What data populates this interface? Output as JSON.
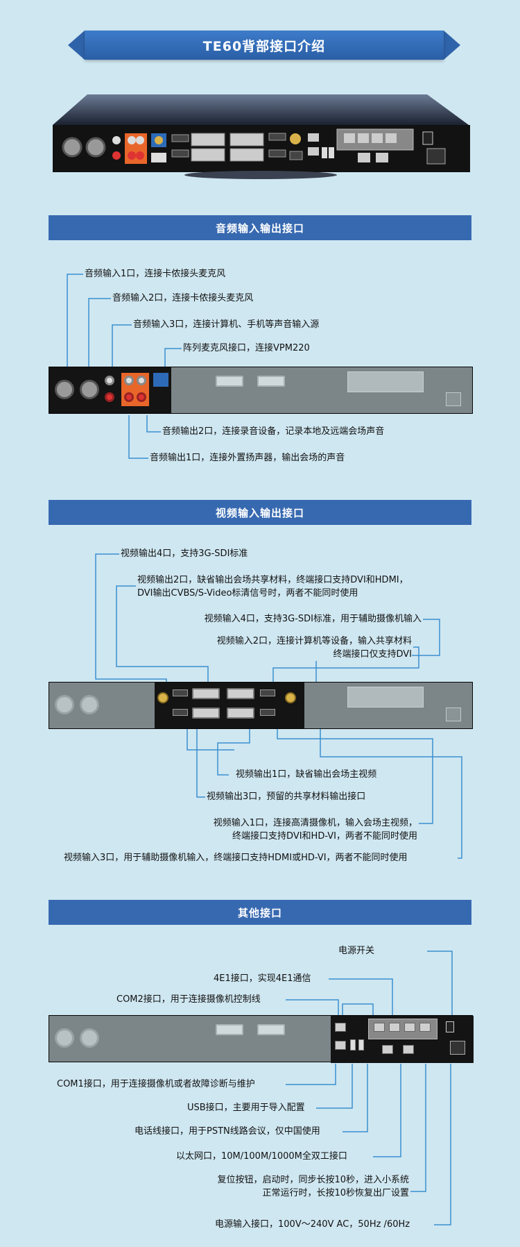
{
  "title": "TE60背部接口介绍",
  "sections": [
    {
      "title": "音频输入输出接口"
    },
    {
      "title": "视频输入输出接口"
    },
    {
      "title": "其他接口"
    }
  ],
  "audio_labels": [
    "音频输入1口，连接卡侬接头麦克风",
    "音频输入2口，连接卡侬接头麦克风",
    "音频输入3口，连接计算机、手机等声音输入源",
    "阵列麦克风接口，连接VPM220",
    "音频输出2口，连接录音设备，记录本地及远端会场声音",
    "音频输出1口，连接外置扬声器，输出会场的声音"
  ],
  "video_labels": [
    "视频输出4口，支持3G-SDI标准",
    "视频输出2口，缺省输出会场共享材料，终端接口支持DVI和HDMI，",
    "DVI输出CVBS/S-Video标清信号时，两者不能同时使用",
    "视频输入4口，支持3G-SDI标准，用于辅助摄像机输入",
    "视频输入2口，连接计算机等设备，输入共享材料",
    "终端接口仅支持DVI",
    "视频输出1口，缺省输出会场主视频",
    "视频输出3口，预留的共享材料输出接口",
    "视频输入1口，连接高清摄像机，输入会场主视频，",
    "终端接口支持DVI和HD-VI，两者不能同时使用",
    "视频输入3口，用于辅助摄像机输入，终端接口支持HDMI或HD-VI，两者不能同时使用"
  ],
  "other_labels": [
    "电源开关",
    "4E1接口，实现4E1通信",
    "COM2接口，用于连接摄像机控制线",
    "COM1接口，用于连接摄像机或者故障诊断与维护",
    "USB接口，主要用于导入配置",
    "电话线接口，用于PSTN线路会议，仅中国使用",
    "以太网口，10M/100M/1000M全双工接口",
    "复位按钮，启动时，同步长按10秒，进入小系统",
    "正常运行时，长按10秒恢复出厂设置",
    "电源输入接口，100V～240V AC，50Hz /60Hz"
  ],
  "colors": {
    "line": "#3a8fd0",
    "header": "#3769b0",
    "background": "#cfe7f1"
  }
}
